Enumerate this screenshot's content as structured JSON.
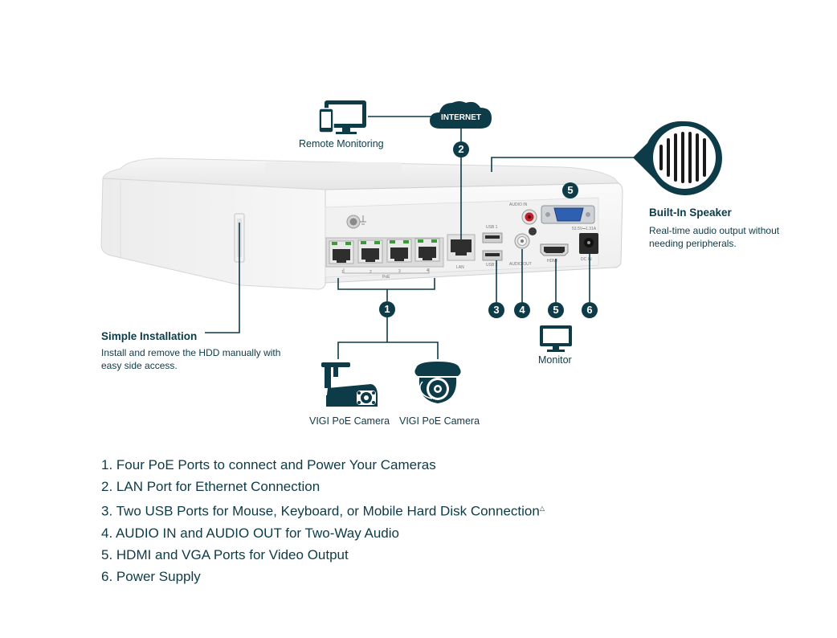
{
  "labels": {
    "remote_monitoring": "Remote Monitoring",
    "internet": "INTERNET",
    "built_in_speaker_title": "Built-In Speaker",
    "built_in_speaker_desc": "Real-time audio output without needing peripherals.",
    "simple_installation_title": "Simple Installation",
    "simple_installation_desc": "Install and remove the HDD manually with easy side access.",
    "camera_bullet": "VIGI PoE Camera",
    "camera_turret": "VIGI PoE Camera",
    "monitor": "Monitor"
  },
  "device_labels": {
    "poe": "PoE",
    "lan": "LAN",
    "usb1": "USB 1",
    "usb2": "USB 2",
    "audio_in": "AUDIO IN",
    "audio_out": "AUDIO OUT",
    "hdmi": "HDMI",
    "power": "53.5V⎓1.31A",
    "dc_in": "DC IN",
    "port_1": "1",
    "port_2": "2",
    "port_3": "3",
    "port_4": "4"
  },
  "badges": {
    "poe_ports": "1",
    "lan": "2",
    "usb": "3",
    "audio": "4",
    "hdmi": "5",
    "vga": "5",
    "power": "6"
  },
  "features": [
    "1. Four PoE Ports to connect and Power Your Cameras",
    "2. LAN Port for Ethernet Connection",
    "3. Two USB Ports for Mouse, Keyboard, or Mobile Hard Disk Connection",
    "4. AUDIO IN and AUDIO OUT for Two-Way Audio",
    "5. HDMI and VGA Ports for Video Output",
    "6. Power Supply"
  ],
  "feature_3_footnote": "△",
  "colors": {
    "primary": "#0d3b47",
    "port_green": "#3d9a3a",
    "audio_red": "#c0202a"
  },
  "icons": [
    "monitor-phone-icon",
    "cloud-icon",
    "speaker-icon",
    "bullet-camera-icon",
    "turret-camera-icon",
    "monitor-icon"
  ]
}
